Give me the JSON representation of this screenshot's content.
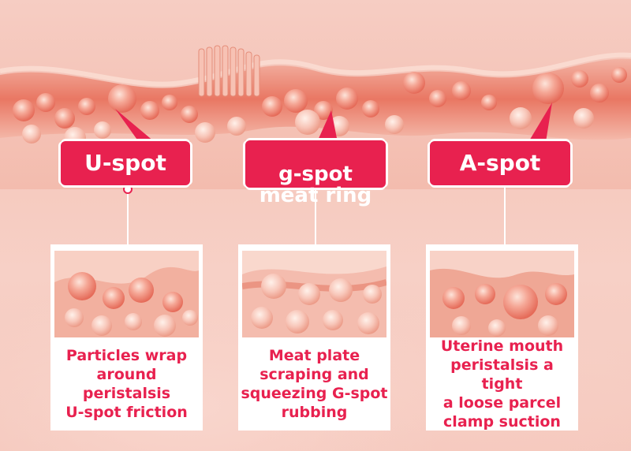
{
  "colors": {
    "accent": "#e8214f",
    "label_text": "#ffffff",
    "card_background": "#ffffff",
    "texture_pink": "#f3b4a6",
    "texture_red": "#e77a6a"
  },
  "zones": [
    {
      "label": "U-spot",
      "description": "Particles wrap\naround peristalsis\nU-spot friction"
    },
    {
      "label": "g-spot\nmeat ring",
      "description": "Meat plate\nscraping and\nsqueezing G-spot\nrubbing"
    },
    {
      "label": "A-spot",
      "description": "Uterine mouth\nperistalsis a tight\na loose parcel\nclamp suction"
    }
  ]
}
